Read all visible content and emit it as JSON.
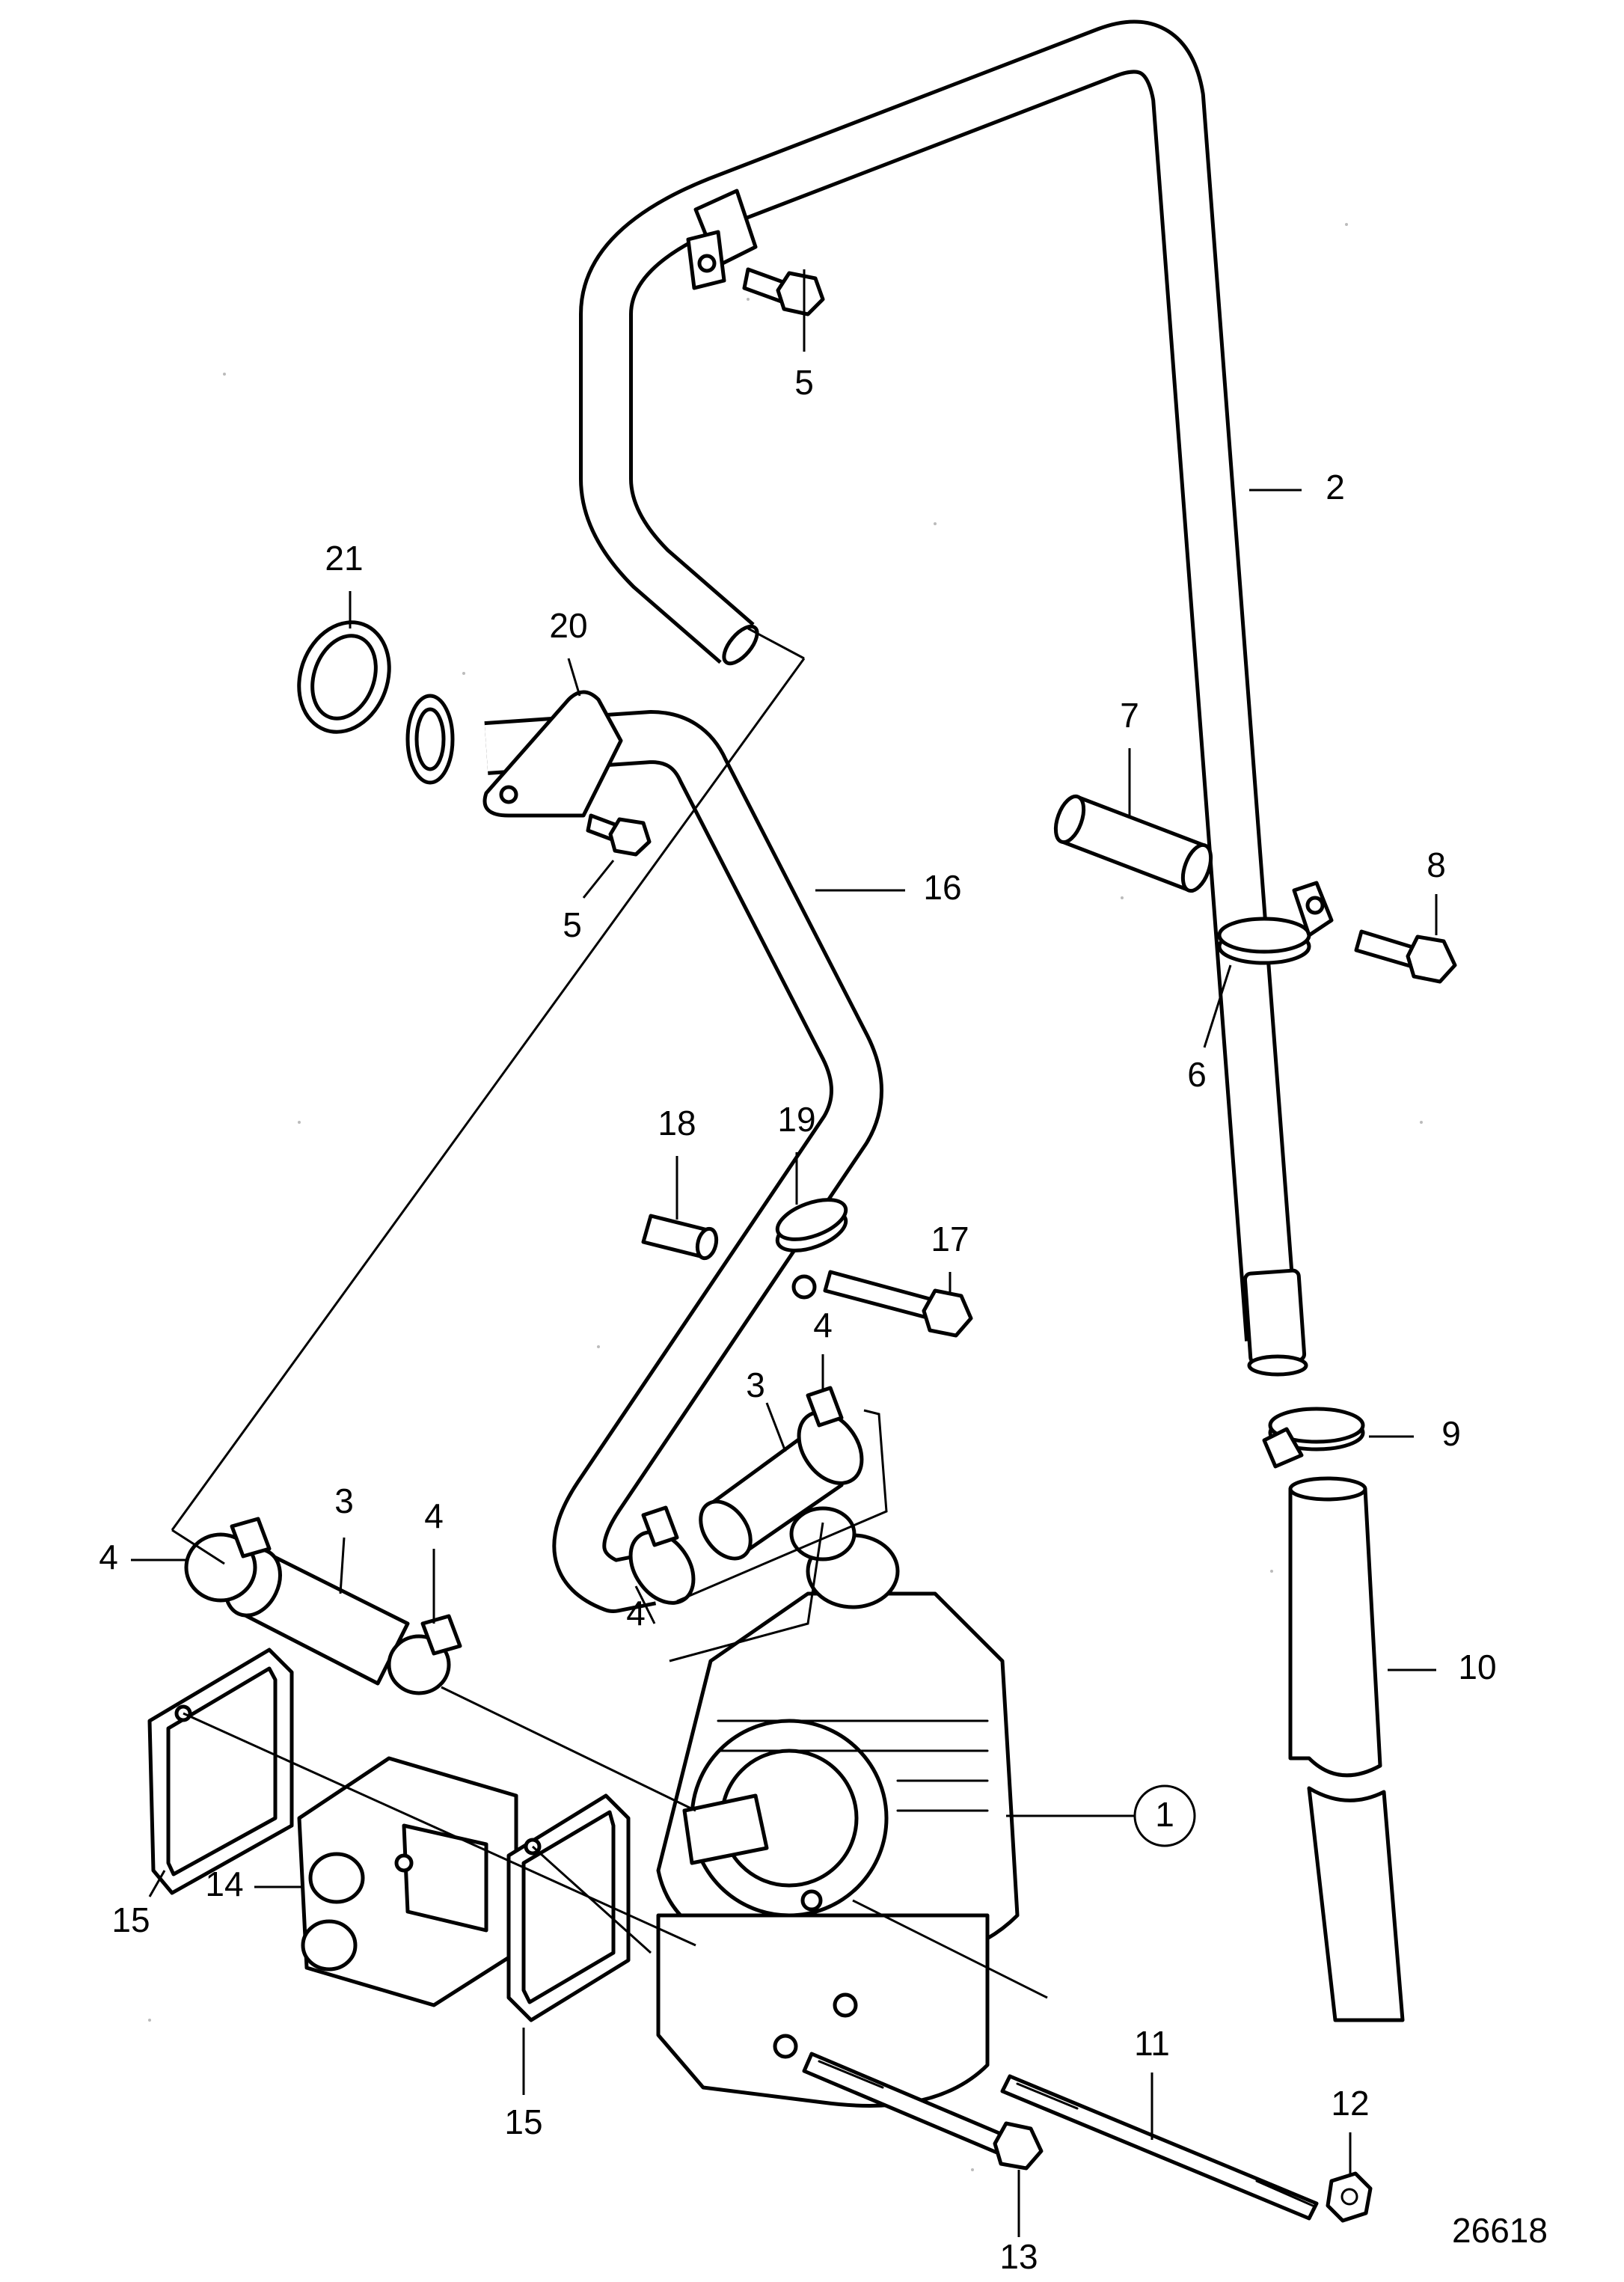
{
  "drawing_number": "26618",
  "callouts": [
    {
      "id": "1",
      "label": "1",
      "circled": true
    },
    {
      "id": "2",
      "label": "2"
    },
    {
      "id": "3a",
      "label": "3"
    },
    {
      "id": "3b",
      "label": "3"
    },
    {
      "id": "4a",
      "label": "4"
    },
    {
      "id": "4b",
      "label": "4"
    },
    {
      "id": "4c",
      "label": "4"
    },
    {
      "id": "4d",
      "label": "4"
    },
    {
      "id": "5a",
      "label": "5"
    },
    {
      "id": "5b",
      "label": "5"
    },
    {
      "id": "6",
      "label": "6"
    },
    {
      "id": "7",
      "label": "7"
    },
    {
      "id": "8",
      "label": "8"
    },
    {
      "id": "9",
      "label": "9"
    },
    {
      "id": "10",
      "label": "10"
    },
    {
      "id": "11",
      "label": "11"
    },
    {
      "id": "12",
      "label": "12"
    },
    {
      "id": "13",
      "label": "13"
    },
    {
      "id": "14",
      "label": "14"
    },
    {
      "id": "15a",
      "label": "15"
    },
    {
      "id": "15b",
      "label": "15"
    },
    {
      "id": "16",
      "label": "16"
    },
    {
      "id": "17",
      "label": "17"
    },
    {
      "id": "18",
      "label": "18"
    },
    {
      "id": "19",
      "label": "19"
    },
    {
      "id": "20",
      "label": "20"
    },
    {
      "id": "21",
      "label": "21"
    }
  ]
}
